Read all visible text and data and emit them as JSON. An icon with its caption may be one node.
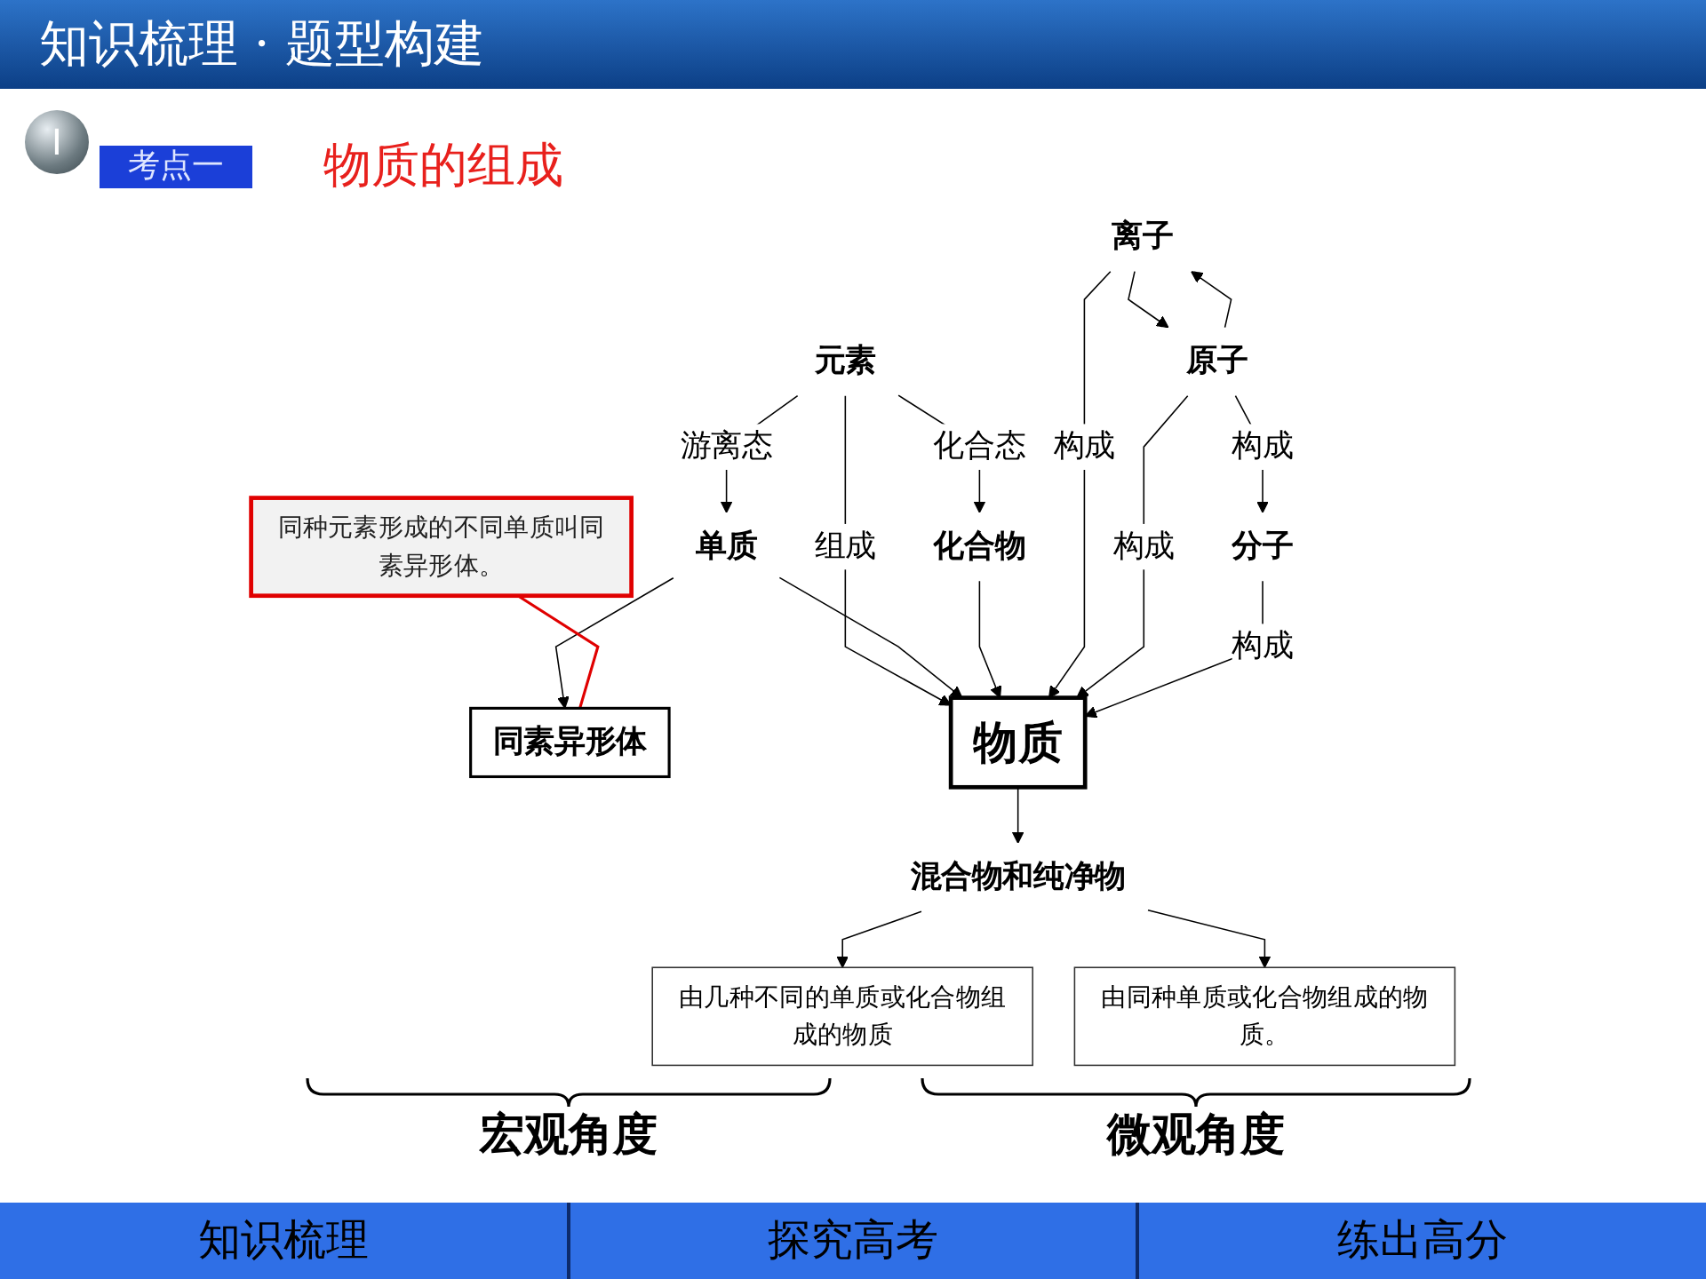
{
  "diagram": {
    "title": "知识梳理 · 题型构建",
    "nodes": [
      {
        "text": [
          "同素异形体"
        ]
      },
      {
        "text": [
          "单质"
        ]
      },
      {
        "text": [
          "元素"
        ]
      },
      {
        "text": [
          "化合物"
        ]
      },
      {
        "text": [
          "物质"
        ]
      },
      {
        "text": [
          "离子"
        ]
      },
      {
        "text": [
          "原子"
        ]
      },
      {
        "text": [
          "分子"
        ]
      },
      {
        "text": [
          "混合物和纯净物"
        ]
      },
      {
        "text": [
          "由几种不同的单质或化合物组成的物质"
        ]
      },
      {
        "text": [
          "由同种单质或化合物组成的物质。"
        ]
      },
      {
        "text": [
          "同种元素形成的不同单质叫同素异形体。"
        ]
      }
    ],
    "edges": [
      {
        "from": 1,
        "to": 0,
        "arrow": "to"
      },
      {
        "from": 2,
        "to": 1,
        "arrow": "to",
        "label": "游离态"
      },
      {
        "from": 2,
        "to": 3,
        "arrow": "to",
        "label": "化合态"
      },
      {
        "from": 2,
        "to": 4,
        "arrow": "to",
        "label": "组成"
      },
      {
        "from": 1,
        "to": 4,
        "arrow": "to"
      },
      {
        "from": 3,
        "to": 4,
        "arrow": "to"
      },
      {
        "from": 5,
        "to": 4,
        "arrow": "to",
        "label": "构成"
      },
      {
        "from": 6,
        "to": 4,
        "arrow": "to",
        "label": "构成"
      },
      {
        "from": 7,
        "to": 4,
        "arrow": "to",
        "label": "构成"
      },
      {
        "from": 6,
        "to": 5,
        "arrow": "to"
      },
      {
        "from": 5,
        "to": 6,
        "arrow": "to"
      },
      {
        "from": 6,
        "to": 7,
        "arrow": "to",
        "label": "构成"
      },
      {
        "from": 4,
        "to": 8,
        "arrow": "to"
      },
      {
        "from": 8,
        "to": 9,
        "arrow": "to"
      },
      {
        "from": 8,
        "to": 10,
        "arrow": "to"
      },
      {
        "from": 11,
        "to": 0,
        "arrow": "none",
        "color": "#e00000"
      }
    ],
    "labels": [
      "I",
      "考点一",
      "物质的组成",
      "宏观角度",
      "微观角度",
      "知识梳理",
      "探究高考",
      "练出高分"
    ]
  }
}
